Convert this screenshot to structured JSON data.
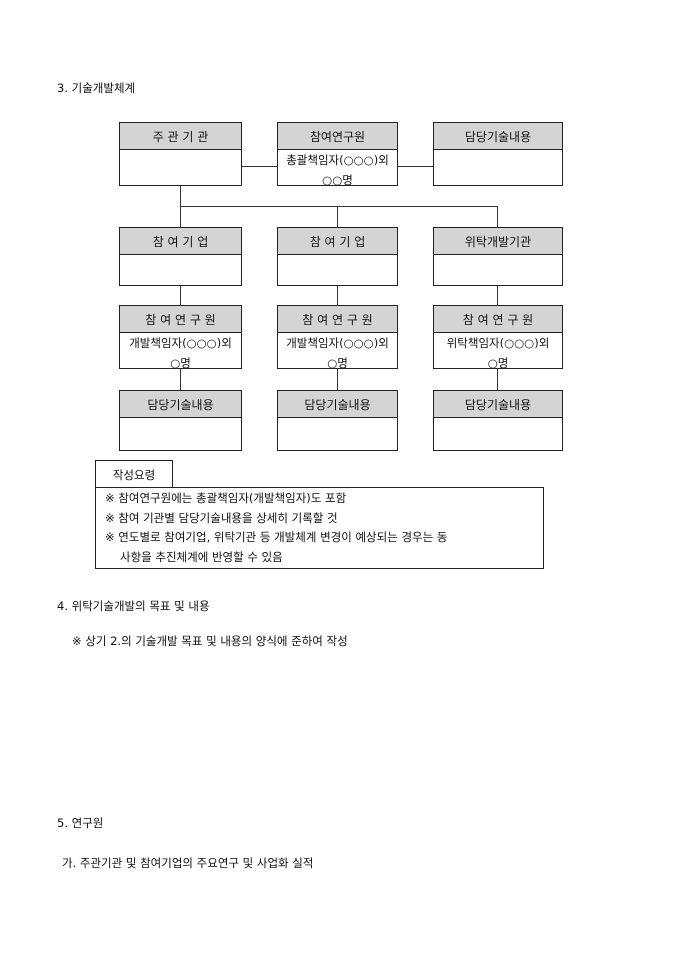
{
  "section3": {
    "title": "3. 기술개발체계"
  },
  "org": {
    "lead": {
      "header": "주 관 기 관",
      "body": ""
    },
    "lead_researchers": {
      "header": "참여연구원",
      "body_line1": "총괄책임자(○○○)외",
      "body_line2": "○○명"
    },
    "lead_tech": {
      "header": "담당기술내용",
      "body": ""
    },
    "columns": [
      {
        "org": "참 여 기 업",
        "researchers": "참 여 연 구 원",
        "res_line1": "개발책임자(○○○)외",
        "res_line2": "○명",
        "tech": "담당기술내용"
      },
      {
        "org": "참 여 기 업",
        "researchers": "참 여 연 구 원",
        "res_line1": "개발책임자(○○○)외",
        "res_line2": "○명",
        "tech": "담당기술내용"
      },
      {
        "org": "위탁개발기관",
        "researchers": "참 여 연 구 원",
        "res_line1": "위탁책임자(○○○)외",
        "res_line2": "○명",
        "tech": "담당기술내용"
      }
    ]
  },
  "guide": {
    "tab": "작성요령",
    "lines": [
      "※ 참여연구원에는 총괄책임자(개발책임자)도 포함",
      "※ 참여 기관별 담당기술내용을 상세히 기록할 것",
      "※ 연도별로 참여기업, 위탁기관 등 개발체계 변경이 예상되는 경우는 동",
      "사항을 추진체계에 반영할 수 있음"
    ]
  },
  "section4": {
    "title": "4. 위탁기술개발의 목표 및 내용",
    "note": "※ 상기 2.의 기술개발 목표 및 내용의 양식에 준하여 작성"
  },
  "section5": {
    "title": "5. 연구원",
    "sub": "가. 주관기관 및 참여기업의 주요연구 및 사업화 실적"
  }
}
